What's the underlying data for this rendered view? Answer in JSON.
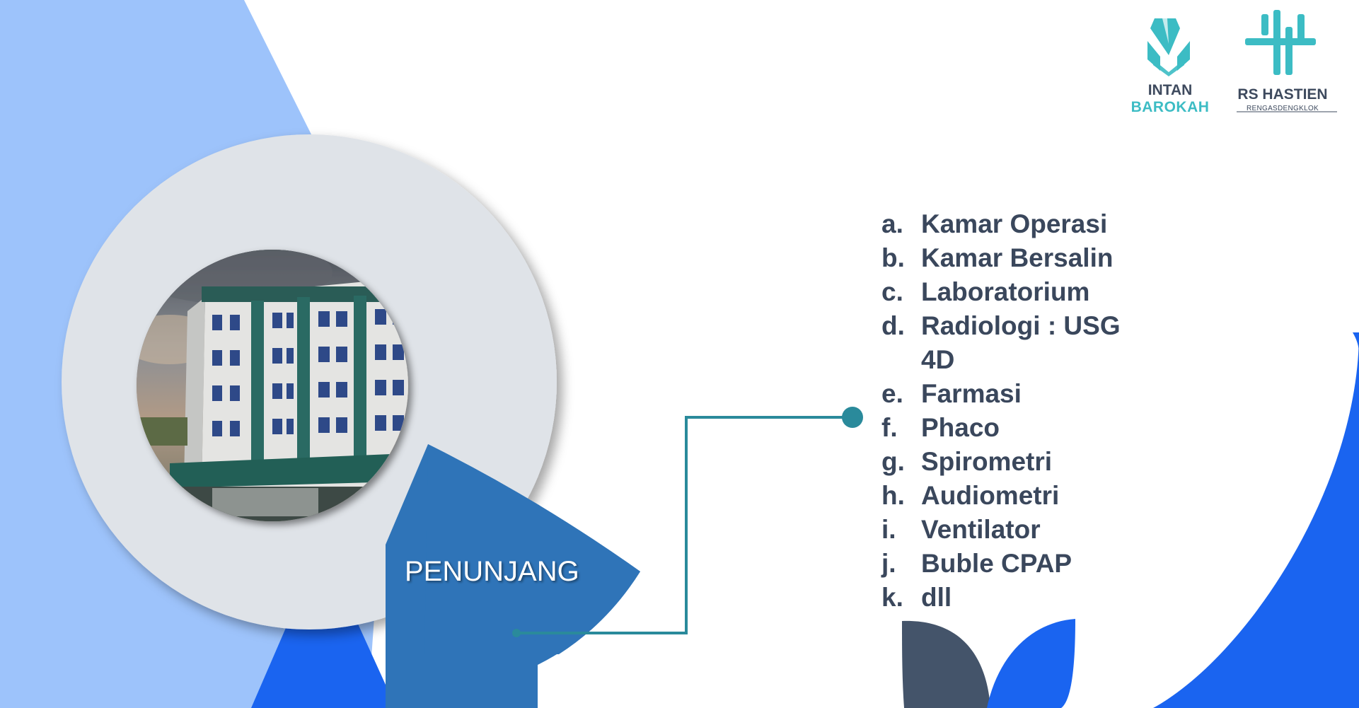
{
  "logos": {
    "intan_barokah": {
      "line1": "INTAN",
      "line2": "BAROKAH",
      "color_primary": "#3cbcc4",
      "color_text": "#3e4a5e"
    },
    "rs_hastien": {
      "line1": "RS HASTIEN",
      "line2": "RENGASDENGKLOK",
      "color_primary": "#3cbcc4"
    }
  },
  "feature": {
    "label": "PENUNJANG",
    "photo_alt": "hospital-building-photo"
  },
  "services": [
    {
      "marker": "a.",
      "label": "Kamar Operasi"
    },
    {
      "marker": "b.",
      "label": "Kamar Bersalin"
    },
    {
      "marker": "c.",
      "label": "Laboratorium"
    },
    {
      "marker": "d.",
      "label": "Radiologi : USG 4D"
    },
    {
      "marker": "e.",
      "label": "Farmasi"
    },
    {
      "marker": "f.",
      "label": "Phaco"
    },
    {
      "marker": "g.",
      "label": "Spirometri"
    },
    {
      "marker": "h.",
      "label": "Audiometri"
    },
    {
      "marker": "i.",
      "label": "Ventilator"
    },
    {
      "marker": "j.",
      "label": "Buble CPAP"
    },
    {
      "marker": "k.",
      "label": "dll"
    }
  ],
  "colors": {
    "light_blue": "#9dc3fb",
    "bright_blue": "#1a64f0",
    "medium_blue": "#2f74b8",
    "teal": "#2a8a9b",
    "dark_slate": "#44546a",
    "ring_gray": "#dfe3e8",
    "text_dark": "#3a475c"
  }
}
